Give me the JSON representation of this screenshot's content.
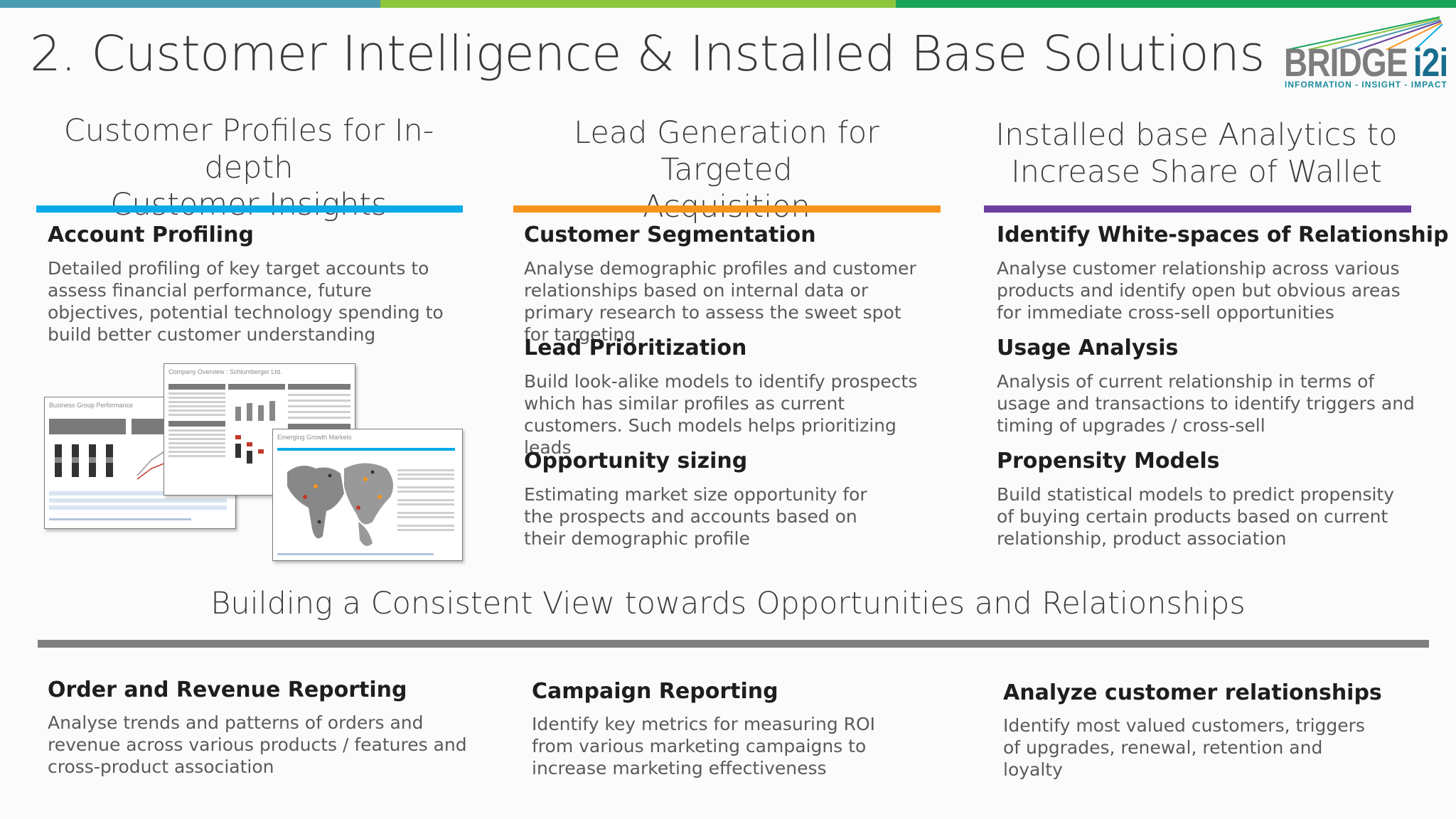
{
  "colors": {
    "bar_teal": "#4a9bb0",
    "bar_lime": "#8dc63f",
    "bar_green": "#1aa55a",
    "blue": "#0aaae8",
    "orange": "#f7941d",
    "purple": "#6b3fa0",
    "grey": "#7f7f7f"
  },
  "title": "2. Customer Intelligence & Installed Base Solutions",
  "logo": {
    "name_a": "BRIDGE",
    "name_b": "i2i",
    "tagline": "INFORMATION - INSIGHT - IMPACT"
  },
  "columns": [
    {
      "heading_line1": "Customer Profiles for In-depth",
      "heading_line2": "Customer Insights",
      "sections": [
        {
          "title": "Account Profiling",
          "text": "Detailed profiling of key target accounts to assess financial  performance, future objectives, potential technology spending to build better customer understanding"
        }
      ]
    },
    {
      "heading_line1": "Lead Generation for Targeted",
      "heading_line2": "Acquisition",
      "sections": [
        {
          "title": "Customer Segmentation",
          "text": "Analyse demographic profiles and customer relationships based on internal data or primary research to assess the  sweet spot for targeting"
        },
        {
          "title": "Lead Prioritization",
          "text": "Build look-alike models to identify prospects which has similar profiles as current customers. Such models helps prioritizing leads"
        },
        {
          "title": "Opportunity sizing",
          "text": "Estimating market size opportunity for the prospects and  accounts based on  their demographic profile"
        }
      ]
    },
    {
      "heading_line1": "Installed base Analytics to",
      "heading_line2": "Increase Share of Wallet",
      "sections": [
        {
          "title": "Identify White-spaces of Relationship",
          "text": "Analyse  customer relationship across various products and identify open but obvious areas for immediate cross-sell opportunities"
        },
        {
          "title": "Usage Analysis",
          "text": "Analysis of  current relationship in terms of usage and transactions  to identify triggers and timing of upgrades / cross-sell"
        },
        {
          "title": "Propensity Models",
          "text": "Build  statistical models to predict  propensity of buying certain  products based on  current relationship, product association"
        }
      ]
    }
  ],
  "thumbnails": {
    "left_title": "Business Group Performance",
    "center_title": "Company Overview : Schlumberger Ltd.",
    "right_title": "Emerging Growth Markets"
  },
  "middle_heading": "Building a Consistent  View towards Opportunities and Relationships",
  "bottom": [
    {
      "title": "Order and Revenue Reporting",
      "text": "Analyse trends and patterns of orders and revenue across various products / features and cross-product association"
    },
    {
      "title": "Campaign Reporting",
      "text": "Identify key metrics for measuring ROI from various marketing campaigns to increase marketing effectiveness"
    },
    {
      "title": "Analyze customer relationships",
      "text": "Identify most valued customers, triggers of upgrades, renewal, retention and loyalty"
    }
  ]
}
